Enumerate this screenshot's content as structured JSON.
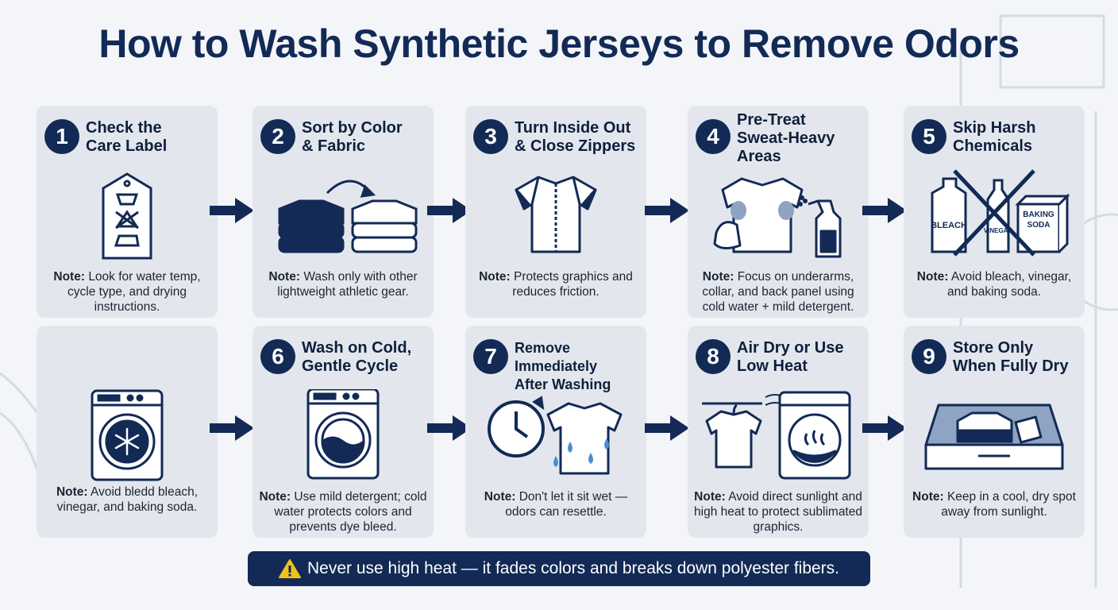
{
  "title": "How to Wash Synthetic Jerseys to Remove Odors",
  "note_label": "Note:",
  "steps": [
    {
      "number": "1",
      "title": "Check the\nCare Label",
      "note": "Look for water temp, cycle type, and drying instructions.",
      "icon": "care-label-tag-icon"
    },
    {
      "number": "2",
      "title": "Sort by Color\n& Fabric",
      "note": "Wash only with other lightweight athletic gear.",
      "icon": "sorted-jerseys-icon"
    },
    {
      "number": "3",
      "title": "Turn Inside Out\n& Close Zippers",
      "note": "Protects graphics and reduces friction.",
      "icon": "zipped-jersey-icon"
    },
    {
      "number": "4",
      "title": "Pre-Treat\nSweat-Heavy\nAreas",
      "note": "Focus on underarms, collar, and back panel using cold water + mild detergent.",
      "icon": "spray-pretreat-icon"
    },
    {
      "number": "5",
      "title": "Skip Harsh\nChemicals",
      "note": "Avoid bleach, vinegar, and baking soda.",
      "icon": "no-chemicals-icon"
    },
    {
      "number": "",
      "title": "",
      "note": "Avoid bledd bleach, vinegar, and baking soda.",
      "icon": "cold-washer-icon"
    },
    {
      "number": "6",
      "title": "Wash on Cold,\nGentle Cycle",
      "note": "Use mild detergent; cold water protects colors and prevents dye bleed.",
      "icon": "washing-machine-icon"
    },
    {
      "number": "7",
      "title": "Remove Immediately\nAfter Washing",
      "note": "Don't let it sit wet — odors can resettle.",
      "icon": "timer-wet-jersey-icon"
    },
    {
      "number": "8",
      "title": "Air Dry or Use\nLow Heat",
      "note": "Avoid direct sunlight and high heat to protect sublimated graphics.",
      "icon": "air-dry-icon"
    },
    {
      "number": "9",
      "title": "Store Only\nWhen Fully Dry",
      "note": "Keep in a cool, dry spot away from sunlight.",
      "icon": "storage-drawer-icon"
    }
  ],
  "labels": {
    "bleach": "BLEACH",
    "vinegar": "VINEGAR",
    "baking": "BAKING",
    "soda": "SODA"
  },
  "banner": "Never use high heat — it fades colors and breaks down polyester fibers.",
  "colors": {
    "navy": "#122a55",
    "card": "#e3e7ed",
    "background": "#f3f5f8",
    "water": "#4a8fcf",
    "warning": "#f2c21b"
  }
}
